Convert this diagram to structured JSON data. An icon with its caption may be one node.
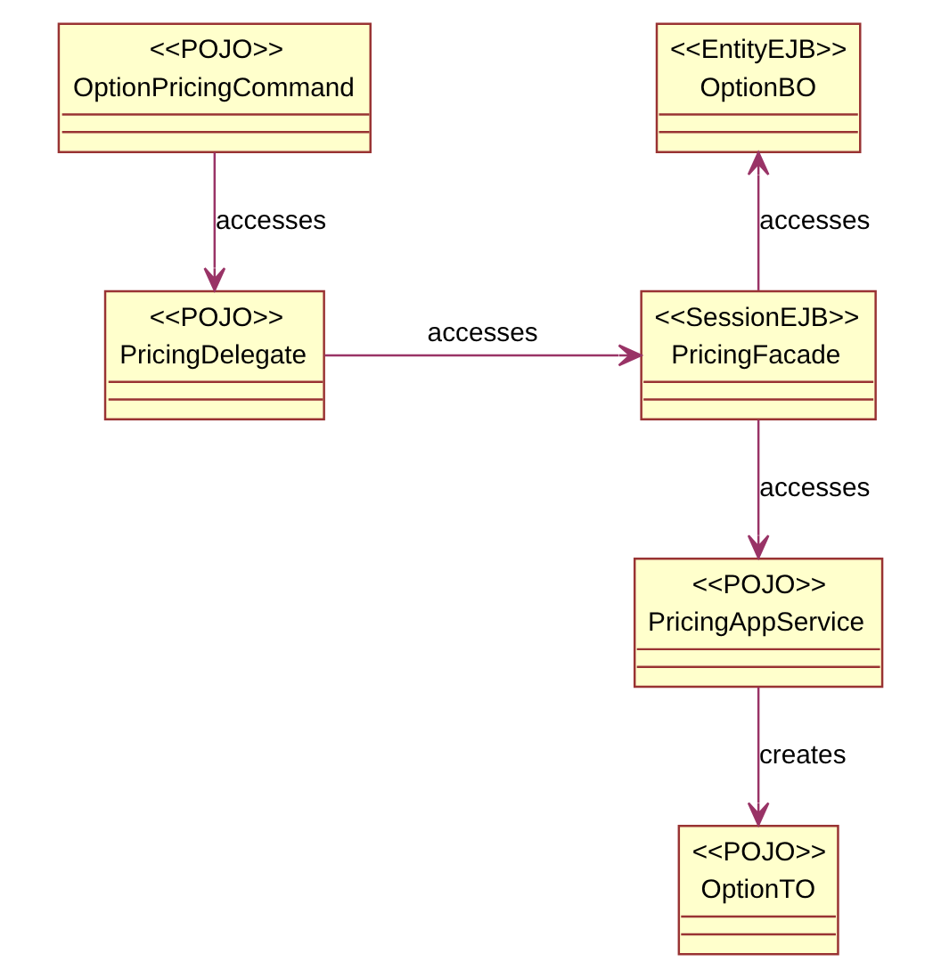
{
  "diagram": {
    "nodes": [
      {
        "text": [
          "<<POJO>>",
          "OptionPricingCommand"
        ]
      },
      {
        "text": [
          "<<EntityEJB>>",
          "OptionBO"
        ]
      },
      {
        "text": [
          "<<POJO>>",
          "PricingDelegate"
        ]
      },
      {
        "text": [
          "<<SessionEJB>>",
          "PricingFacade"
        ]
      },
      {
        "text": [
          "<<POJO>>",
          "PricingAppService"
        ]
      },
      {
        "text": [
          "<<POJO>>",
          "OptionTO"
        ]
      }
    ],
    "edges": [
      {
        "from": 0,
        "to": 2,
        "arrow": "to",
        "label": "accesses"
      },
      {
        "from": 2,
        "to": 3,
        "arrow": "to",
        "label": "accesses"
      },
      {
        "from": 3,
        "to": 1,
        "arrow": "to",
        "label": "accesses"
      },
      {
        "from": 3,
        "to": 4,
        "arrow": "to",
        "label": "accesses"
      },
      {
        "from": 4,
        "to": 5,
        "arrow": "to",
        "label": "creates"
      }
    ]
  }
}
